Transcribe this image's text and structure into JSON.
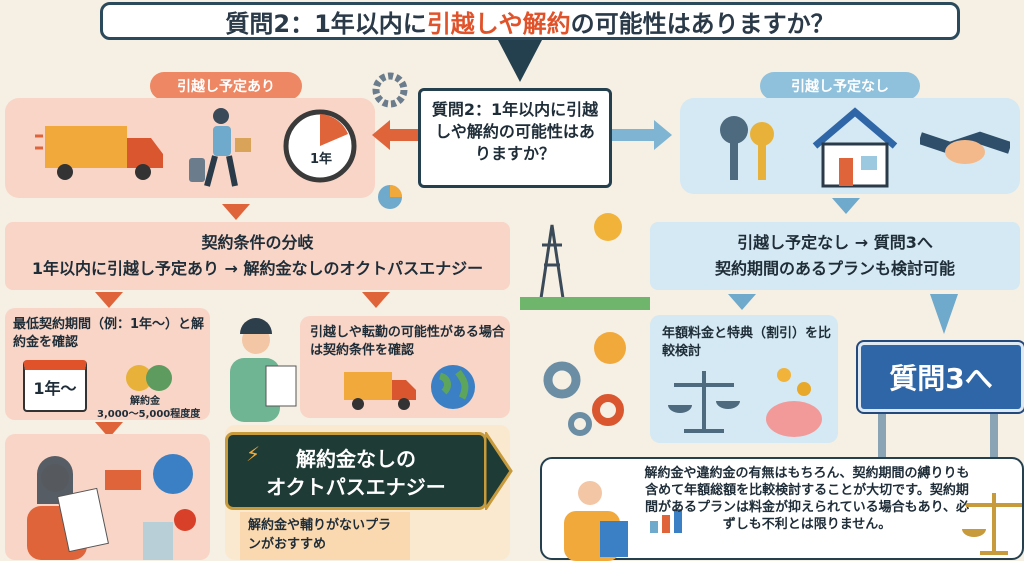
{
  "title": {
    "prefix": "質問2：1年以内に",
    "highlight": "引越しや解約",
    "suffix": "の可能性はありますか？"
  },
  "center_question": "質問2：1年以内に引越しや解約の可能性はありますか？",
  "left": {
    "pill": "引越し予定あり",
    "clock_label": "1年",
    "branch_title": "契約条件の分岐",
    "branch_text": "1年以内に引越し予定あり → 解約金なしのオクトパスエナジー",
    "box1_text": "最低契約期間（例：1年〜）と解約金を確認",
    "calendar_label": "1年〜",
    "fee_label": "解約金",
    "fee_range": "3,000〜5,000程度度",
    "box2_text": "引越しや転勤の可能性がある場合は契約条件を確認",
    "sign_line1": "解約金なしの",
    "sign_line2": "オクトパスエナジー",
    "sign_sub": "解約金や輔りがないプランがおすすめ"
  },
  "right": {
    "pill": "引越し予定なし",
    "branch_line1": "引越し予定なし → 質問3へ",
    "branch_line2": "契約期間のあるプランも検討可能",
    "compare_text": "年額料金と特典（割引）を比較検討",
    "sign": "質問3へ",
    "summary": "解約金や違約金の有無はもちろん、契約期間の縛りりも含めて年額総額を比較検討することが大切です。契約期間があるプランは料金が抑えられている場合もあり、必ずしも不利とは限りません。"
  },
  "colors": {
    "accent_orange": "#e0532a",
    "salmon": "#f8d5c6",
    "light_blue": "#d4e9f3",
    "navy": "#24404f",
    "sign_blue": "#2f66a8",
    "sign_green": "#1f3b36"
  }
}
